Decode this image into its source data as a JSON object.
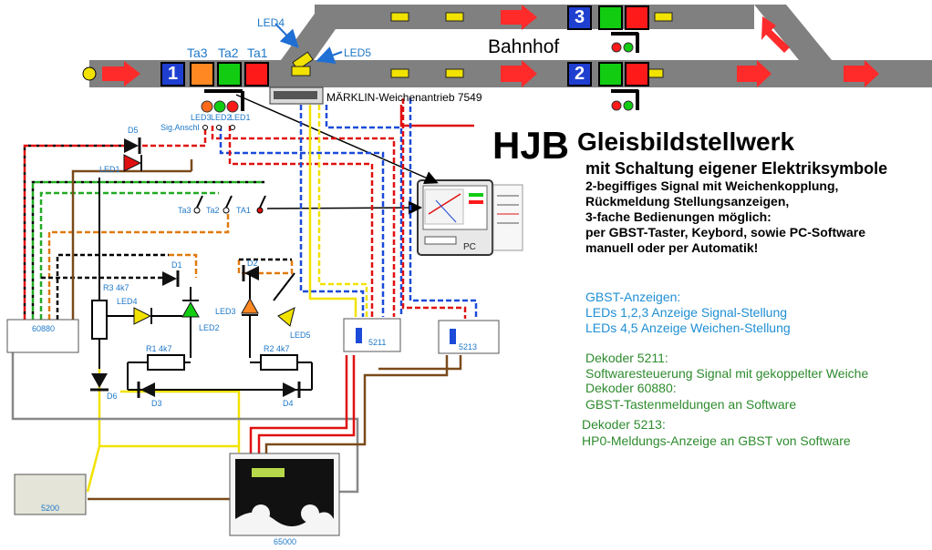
{
  "header": {
    "hjb": "HJB",
    "title": "Gleisbildstellwerk",
    "subtitle": "mit Schaltung eigener Elektriksymbole",
    "description": [
      "2-begiffiges Signal mit Weichenkopplung,",
      "Rückmeldung Stellungsanzeigen,",
      "3-fache Bedienungen möglich:",
      "per GBST-Taster, Keybord, sowie PC-Software",
      "manuell oder per Automatik!"
    ]
  },
  "track": {
    "station_label": "Bahnhof",
    "track1": "1",
    "track2": "2",
    "track3": "3",
    "turnout_drive": "MÄRKLIN-Weichenantrieb 7549",
    "buttons": {
      "ta3": "Ta3",
      "ta2": "Ta2",
      "ta1": "Ta1"
    },
    "led4": "LED4",
    "led5": "LED5"
  },
  "schematic": {
    "led_labels": [
      "LED3",
      "LED2",
      "LED1"
    ],
    "sig_anschl": "Sig.Anschl",
    "d5": "D5",
    "led1": "LED1",
    "ta3": "Ta3",
    "ta2": "Ta2",
    "ta1": "TA1",
    "d1": "D1",
    "d2": "D2",
    "r3": "R3 4k7",
    "led4": "LED4",
    "led2": "LED2",
    "led3": "LED3",
    "led5": "LED5",
    "r1": "R1 4k7",
    "r2": "R2 4k7",
    "d3": "D3",
    "d4": "D4",
    "d6": "D6",
    "mod_60880": "60880",
    "mod_5211": "5211",
    "mod_5213": "5213",
    "mod_5200": "5200",
    "mod_65000": "65000",
    "pc": "PC"
  },
  "legend": {
    "gbst_title": "GBST-Anzeigen:",
    "gbst_line1": "LEDs 1,2,3 Anzeige Signal-Stellung",
    "gbst_line2": "LEDs 4,5    Anzeige Weichen-Stellung",
    "d5211_title": "Dekoder 5211:",
    "d5211_text": "Softwaresteuerung Signal mit gekoppelter Weiche",
    "d60880_title": "Dekoder 60880:",
    "d60880_text": "GBST-Tastenmeldungen an Software",
    "d5213_title": "Dekoder 5213:",
    "d5213_text": "HP0-Meldungs-Anzeige an GBST von Software"
  },
  "colors": {
    "track": "#808080",
    "arrow": "#ff2a2a",
    "signal_red": "#ff1a1a",
    "signal_green": "#11cc11",
    "signal_orange": "#ff8822",
    "track_number": "#1f3fd0",
    "accent_blue": "#1f8fd4",
    "accent_green": "#2e8b2e",
    "wire_red": "#e01010",
    "wire_green": "#22aa22",
    "wire_blue": "#1b4bd8",
    "wire_yellow": "#f2e200",
    "wire_brown": "#7a4a1a",
    "wire_gray": "#888888"
  }
}
